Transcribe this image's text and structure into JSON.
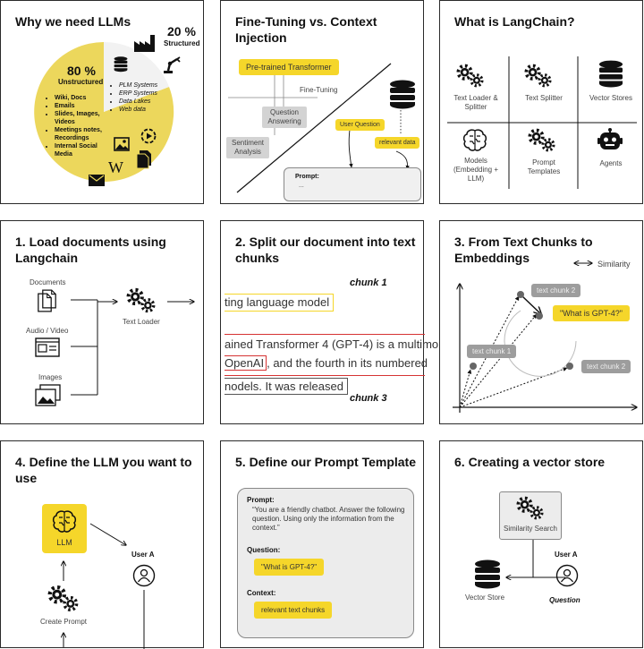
{
  "p1": {
    "title": "Why we need LLMs",
    "structured_pct": "20 %",
    "structured_label": "Structured",
    "unstructured_pct": "80 %",
    "unstructured_label": "Unstructured",
    "structured_items": [
      "PLM Systems",
      "ERP Systems",
      "Data Lakes",
      "Web data"
    ],
    "unstructured_items": [
      "Wiki, Docs",
      "Emails",
      "Slides, Images, Videos",
      "Meetings notes, Recordings",
      "Internal Social Media"
    ]
  },
  "p2": {
    "title": "Fine-Tuning vs. Context Injection",
    "pretrained": "Pre-trained Transformer",
    "finetuning": "Fine-Tuning",
    "qa": "Question Answering",
    "sentiment": "Sentiment Analysis",
    "user_question": "User Question",
    "relevant_data": "relevant data",
    "prompt": "Prompt:",
    "ellipsis": "..."
  },
  "p3": {
    "title": "What is LangChain?",
    "cells": [
      "Text Loader & Splitter",
      "Text Splitter",
      "Vector Stores",
      "Models (Embedding + LLM)",
      "Prompt Templates",
      "Agents"
    ]
  },
  "p4": {
    "title": "1. Load documents using Langchain",
    "documents": "Documents",
    "audio_video": "Audio / Video",
    "images": "Images",
    "text_loader": "Text Loader"
  },
  "p5": {
    "title": "2. Split our document into text chunks",
    "chunk1": "chunk 1",
    "line1": "ting language model",
    "line2": "ained Transformer 4 (GPT-4) is a multimo",
    "line3a": "OpenAI",
    "line3b": ", and the fourth in its numbered",
    "line4": "nodels. It was released",
    "chunk3": "chunk 3"
  },
  "p6": {
    "title": "3. From Text Chunks to Embeddings",
    "similarity": "Similarity",
    "chunk2a": "text chunk 2",
    "query": "\"What is GPT-4?\"",
    "chunk1": "text chunk 1",
    "chunk2b": "text chunk 2"
  },
  "p7": {
    "title": "4. Define the LLM you want to use",
    "llm": "LLM",
    "user": "User A",
    "create_prompt": "Create Prompt"
  },
  "p8": {
    "title": "5. Define our Prompt Template",
    "prompt_label": "Prompt:",
    "prompt_text": "“You are a friendly chatbot. Answer the following question. Using only the information from the context.”",
    "question_label": "Question:",
    "question": "\"What is GPT-4?\"",
    "context_label": "Context:",
    "context": "relevant text chunks"
  },
  "p9": {
    "title": "6. Creating a vector store",
    "similarity_search": "Similarity Search",
    "user": "User A",
    "vector_store": "Vector Store",
    "question": "Question"
  },
  "colors": {
    "accent_yellow": "#f5d62a",
    "pie_yellow": "#ecd75c",
    "grey_box": "#d3d3d3",
    "dark_grey_box": "#9d9d9d",
    "border": "#2a2a2a"
  }
}
